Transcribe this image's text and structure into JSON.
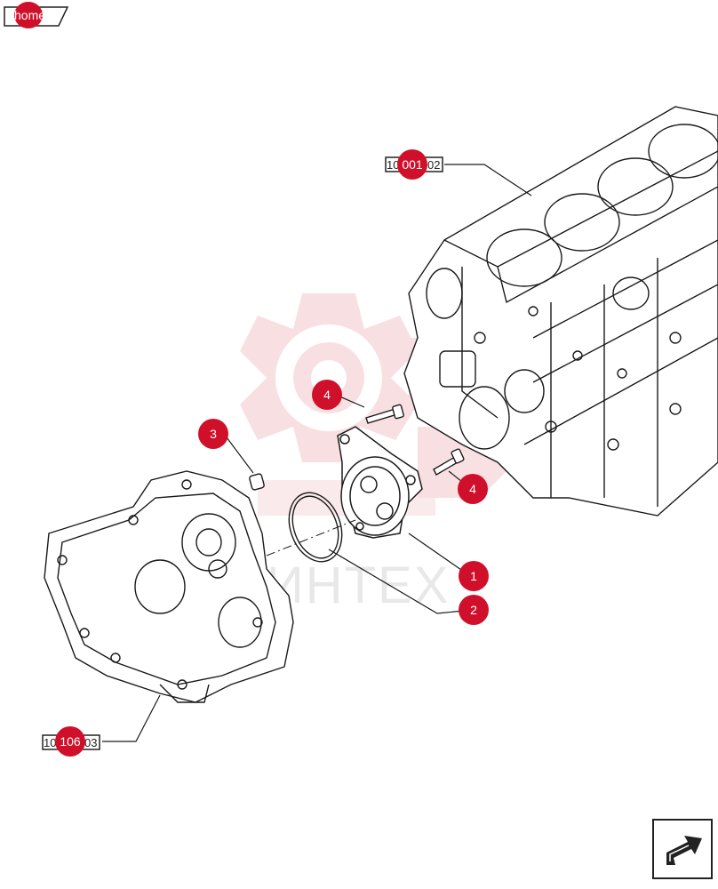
{
  "nav": {
    "home_label": "home"
  },
  "refs": [
    {
      "prefix": "10",
      "badge": "001",
      "suffix": "02"
    },
    {
      "prefix": "10",
      "badge": "106",
      "suffix": "03"
    }
  ],
  "callouts": [
    "4",
    "3",
    "4",
    "1",
    "2"
  ],
  "watermark": "ИНТЕХ",
  "colors": {
    "badge": "#d0102a",
    "watermark": "#f2b8bf",
    "line": "#1a1a1a"
  }
}
